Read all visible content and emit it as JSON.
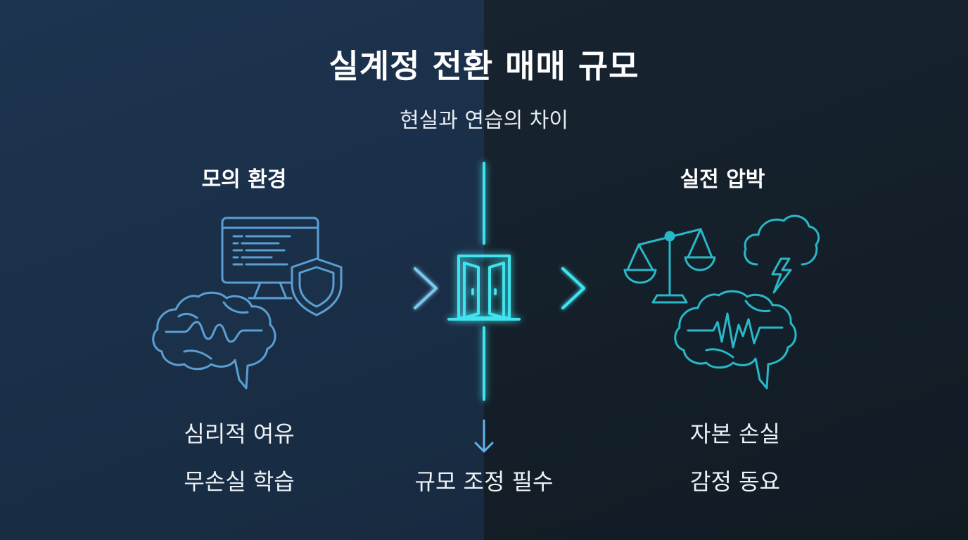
{
  "title": "실계정 전환 매매 규모",
  "subtitle": "현실과 연습의 차이",
  "left": {
    "heading": "모의 환경",
    "items": [
      "심리적 여유",
      "무손실 학습"
    ],
    "icons": [
      "monitor-code-icon",
      "shield-icon",
      "calm-brain-icon"
    ],
    "color": "#5a9fd4"
  },
  "center": {
    "icons": [
      "door-gateway-icon",
      "arrow-right-icon",
      "arrow-down-icon"
    ],
    "label": "규모 조정 필수",
    "color": "#3fe3ee"
  },
  "right": {
    "heading": "실전 압박",
    "items": [
      "자본 손실",
      "감정 동요"
    ],
    "icons": [
      "balance-scale-icon",
      "storm-cloud-icon",
      "stressed-brain-icon"
    ],
    "color": "#29b8c6"
  }
}
